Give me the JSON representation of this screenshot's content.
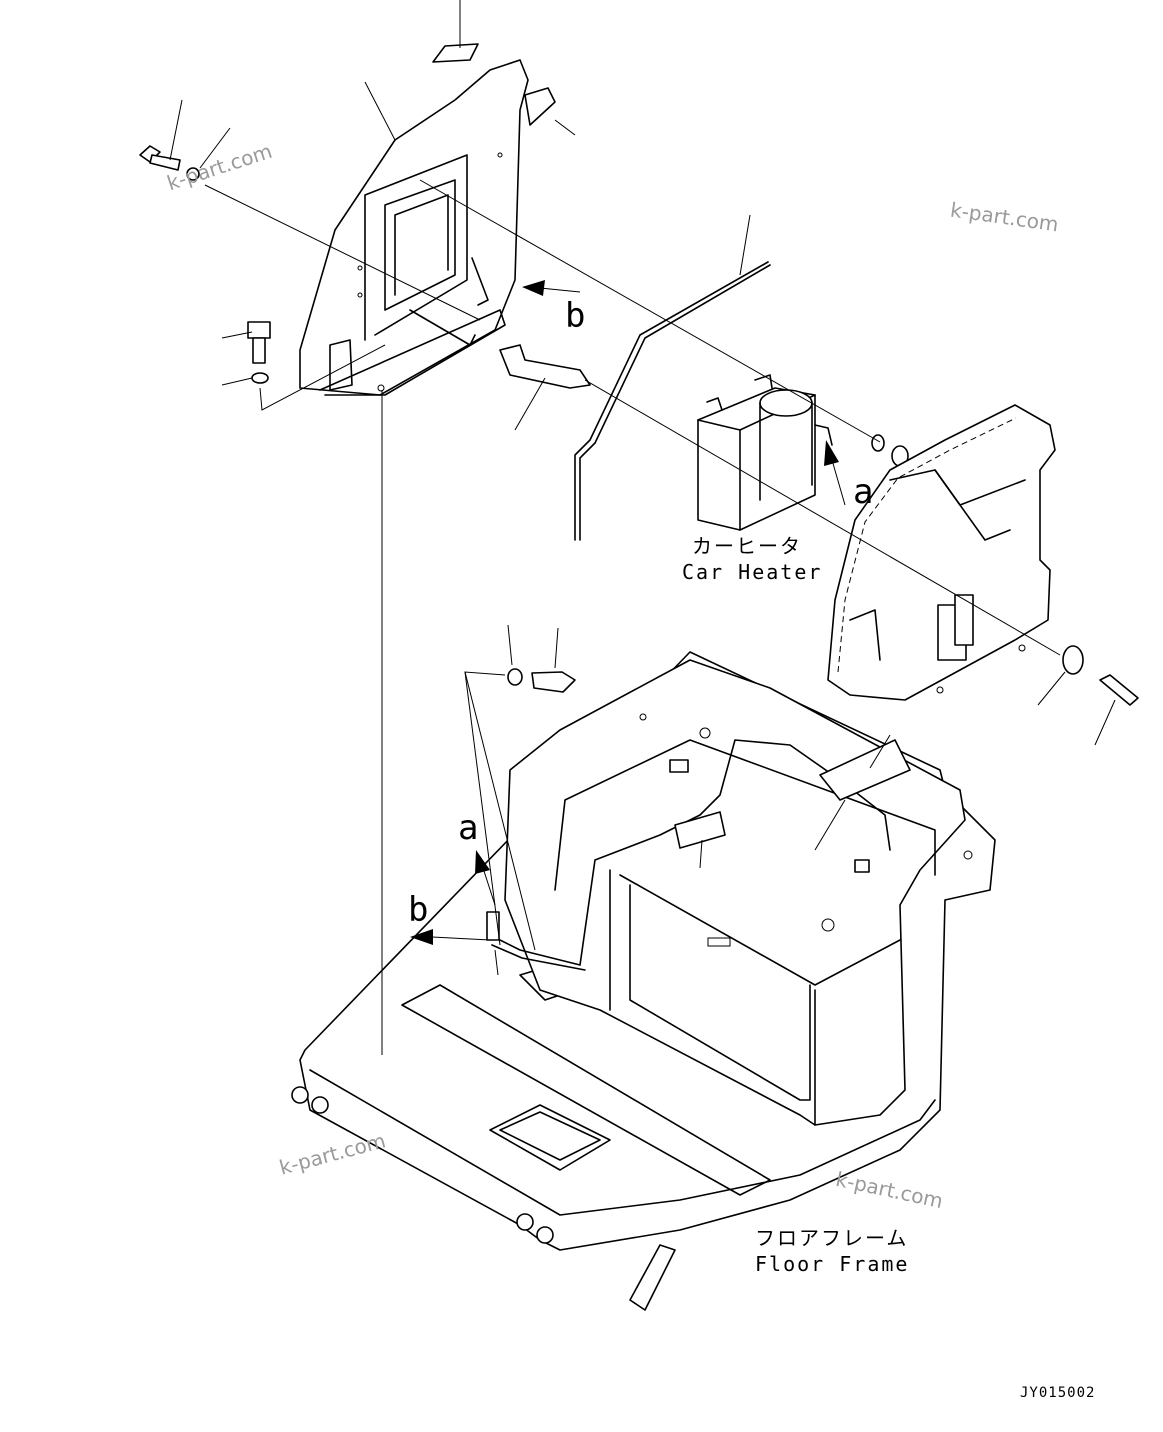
{
  "labels": {
    "ref_a": "a",
    "ref_b": "b",
    "car_heater_jp": "カーヒータ",
    "car_heater_en": "Car Heater",
    "floor_frame_jp": "フロアフレーム",
    "floor_frame_en": "Floor Frame",
    "drawing_code": "JY015002"
  },
  "watermark": "k-part.com"
}
